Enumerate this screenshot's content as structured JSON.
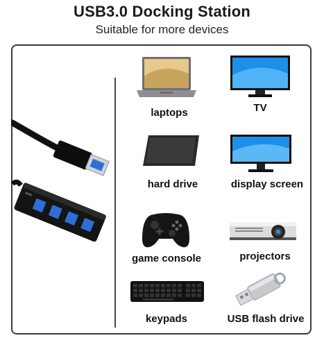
{
  "header": {
    "title": "USB3.0 Docking Station",
    "subtitle": "Suitable for more devices"
  },
  "devices": [
    {
      "label": "laptops",
      "icon": "laptop-icon"
    },
    {
      "label": "TV",
      "icon": "tv-icon"
    },
    {
      "label": "hard drive",
      "icon": "hard-drive-icon"
    },
    {
      "label": "display screen",
      "icon": "monitor-icon"
    },
    {
      "label": "game console",
      "icon": "gamepad-icon"
    },
    {
      "label": "projectors",
      "icon": "projector-icon"
    },
    {
      "label": "keypads",
      "icon": "keyboard-icon"
    },
    {
      "label": "USB flash drive",
      "icon": "usb-flash-drive-icon"
    }
  ],
  "product": {
    "icon": "usb-hub-icon"
  },
  "colors": {
    "border": "#3a3a3a",
    "screen_blue": "#1e8fe6",
    "port_blue": "#2e6fd6"
  }
}
